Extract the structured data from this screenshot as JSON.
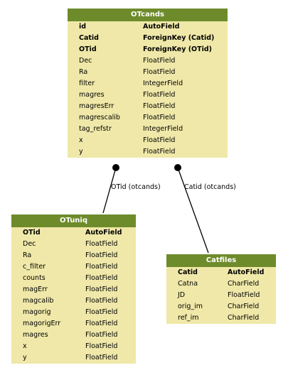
{
  "models": {
    "otcands": {
      "title": "OTcands",
      "fields": [
        {
          "name": "id",
          "type": "AutoField",
          "bold": true
        },
        {
          "name": "Catid",
          "type": "ForeignKey (Catid)",
          "bold": true
        },
        {
          "name": "OTid",
          "type": "ForeignKey (OTid)",
          "bold": true
        },
        {
          "name": "Dec",
          "type": "FloatField",
          "bold": false
        },
        {
          "name": "Ra",
          "type": "FloatField",
          "bold": false
        },
        {
          "name": "filter",
          "type": "IntegerField",
          "bold": false
        },
        {
          "name": "magres",
          "type": "FloatField",
          "bold": false
        },
        {
          "name": "magresErr",
          "type": "FloatField",
          "bold": false
        },
        {
          "name": "magrescalib",
          "type": "FloatField",
          "bold": false
        },
        {
          "name": "tag_refstr",
          "type": "IntegerField",
          "bold": false
        },
        {
          "name": "x",
          "type": "FloatField",
          "bold": false
        },
        {
          "name": "y",
          "type": "FloatField",
          "bold": false
        }
      ]
    },
    "otuniq": {
      "title": "OTuniq",
      "fields": [
        {
          "name": "OTid",
          "type": "AutoField",
          "bold": true
        },
        {
          "name": "Dec",
          "type": "FloatField",
          "bold": false
        },
        {
          "name": "Ra",
          "type": "FloatField",
          "bold": false
        },
        {
          "name": "c_filter",
          "type": "FloatField",
          "bold": false
        },
        {
          "name": "counts",
          "type": "FloatField",
          "bold": false
        },
        {
          "name": "magErr",
          "type": "FloatField",
          "bold": false
        },
        {
          "name": "magcalib",
          "type": "FloatField",
          "bold": false
        },
        {
          "name": "magorig",
          "type": "FloatField",
          "bold": false
        },
        {
          "name": "magorigErr",
          "type": "FloatField",
          "bold": false
        },
        {
          "name": "magres",
          "type": "FloatField",
          "bold": false
        },
        {
          "name": "x",
          "type": "FloatField",
          "bold": false
        },
        {
          "name": "y",
          "type": "FloatField",
          "bold": false
        }
      ]
    },
    "catfiles": {
      "title": "Catfiles",
      "fields": [
        {
          "name": "Catid",
          "type": "AutoField",
          "bold": true
        },
        {
          "name": "Catna",
          "type": "CharField",
          "bold": false
        },
        {
          "name": "JD",
          "type": "FloatField",
          "bold": false
        },
        {
          "name": "orig_im",
          "type": "CharField",
          "bold": false
        },
        {
          "name": "ref_im",
          "type": "CharField",
          "bold": false
        }
      ]
    }
  },
  "relations": {
    "otid_label": "OTid (otcands)",
    "catid_label": "Catid (otcands)"
  },
  "colors": {
    "header": "#6e8b2b",
    "body": "#efe8a8",
    "header_text": "#ffffff"
  }
}
